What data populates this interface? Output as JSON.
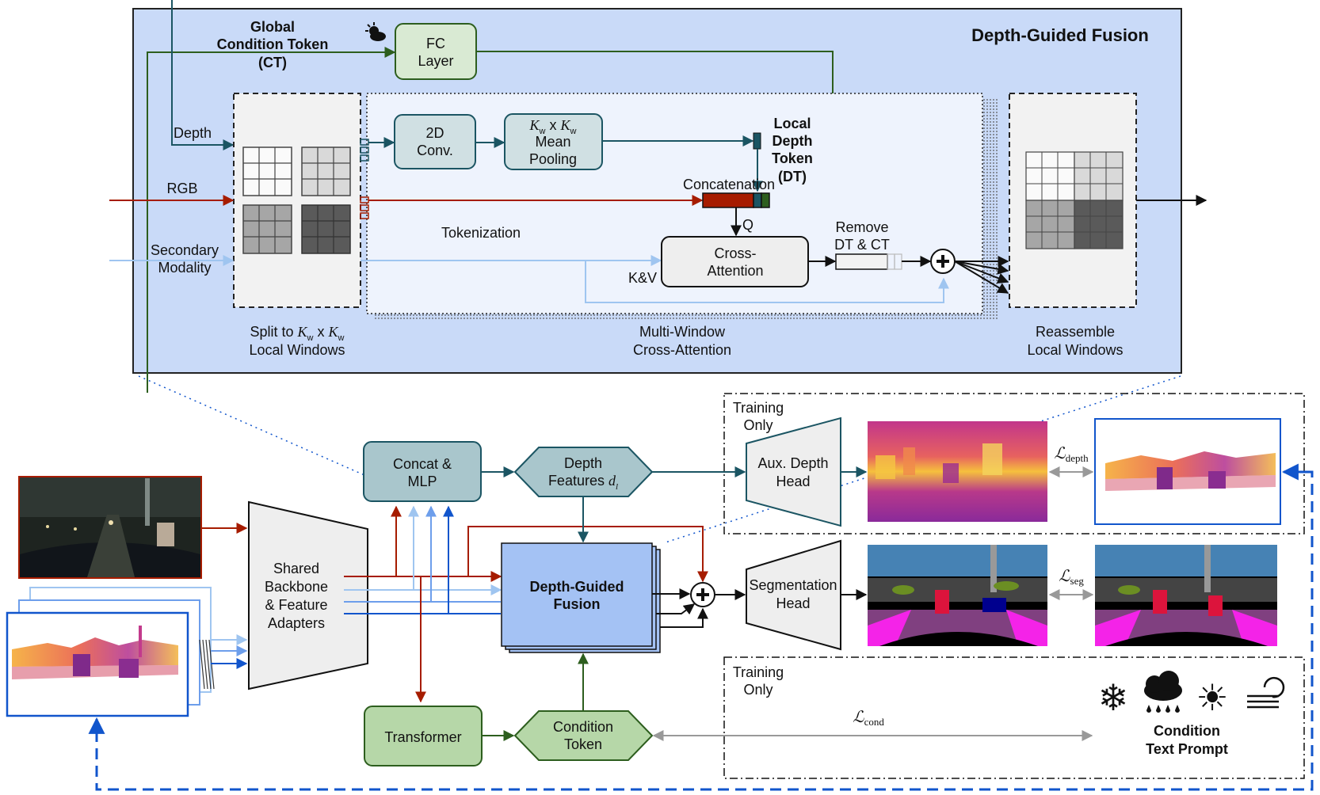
{
  "top_panel": {
    "title": "Depth-Guided Fusion",
    "ct_label_1": "Global",
    "ct_label_2": "Condition Token",
    "ct_label_3": "(CT)",
    "fc_layer_1": "FC",
    "fc_layer_2": "Layer",
    "depth_label": "Depth",
    "rgb_label": "RGB",
    "secondary_1": "Secondary",
    "secondary_2": "Modality",
    "conv_1": "2D",
    "conv_2": "Conv.",
    "pool_k1": "K",
    "pool_w1": "w",
    "pool_x": " x ",
    "pool_k2": "K",
    "pool_w2": "w",
    "pool_2": "Mean",
    "pool_3": "Pooling",
    "dt_1": "Local",
    "dt_2": "Depth",
    "dt_3": "Token",
    "dt_4": "(DT)",
    "concatenation": "Concatenation",
    "tokenization": "Tokenization",
    "q_label": "Q",
    "kv_label": "K&V",
    "cross_1": "Cross-",
    "cross_2": "Attention",
    "remove_1": "Remove",
    "remove_2": "DT & CT",
    "split_1a": "Split to ",
    "split_k1": "K",
    "split_w1": "w",
    "split_x": " x ",
    "split_k2": "K",
    "split_w2": "w",
    "split_2": "Local Windows",
    "mwca_1": "Multi-Window",
    "mwca_2": "Cross-Attention",
    "reassemble_1": "Reassemble",
    "reassemble_2": "Local Windows"
  },
  "bottom": {
    "concat_1": "Concat &",
    "concat_2": "MLP",
    "depth_feat_1": "Depth",
    "depth_feat_2": "Features ",
    "depth_feat_d": "d",
    "depth_feat_sub": "l",
    "backbone_1": "Shared",
    "backbone_2": "Backbone",
    "backbone_3": "& Feature",
    "backbone_4": "Adapters",
    "dgf_1": "Depth-Guided",
    "dgf_2": "Fusion",
    "transformer": "Transformer",
    "cond_token_1": "Condition",
    "cond_token_2": "Token",
    "training_only_1": "Training",
    "training_only_2": "Only",
    "aux_head_1": "Aux. Depth",
    "aux_head_2": "Head",
    "seg_head_1": "Segmentation",
    "seg_head_2": "Head",
    "loss_depth_L": "ℒ",
    "loss_depth_sub": "depth",
    "loss_seg_L": "ℒ",
    "loss_seg_sub": "seg",
    "loss_cond_L": "ℒ",
    "loss_cond_sub": "cond",
    "prompt_1": "Condition",
    "prompt_2": "Text Prompt",
    "icon_snow": "❄",
    "icon_sun": "☀"
  },
  "colors": {
    "panel_bg": "#c9daf8",
    "teal_box": "#a9c6cc",
    "teal_line": "#1b5563",
    "green_box": "#b6d7a8",
    "green_line": "#2d5e1e",
    "red_line": "#a61c00",
    "light_blue_line": "#9fc5f0",
    "mid_blue_line": "#6d9eeb",
    "blue_line": "#1155cc",
    "dgf_box": "#a4c2f4"
  }
}
